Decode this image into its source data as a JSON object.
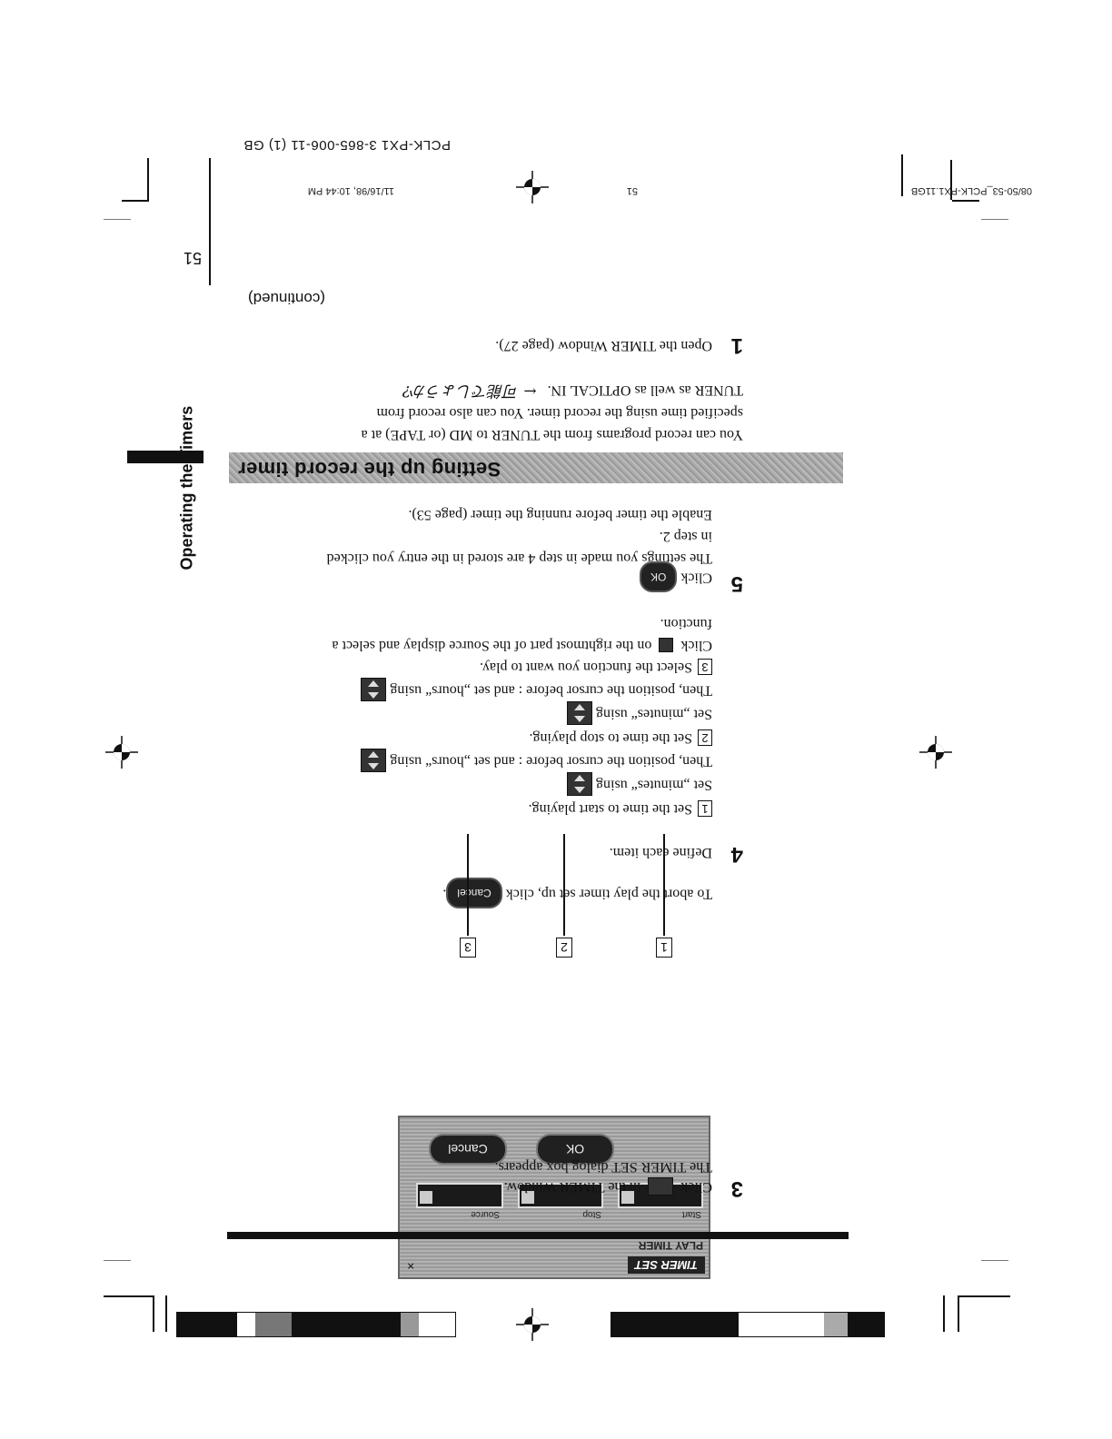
{
  "header": {
    "code_line": "PCLK-PX1  3-865-006-11 (1) GB",
    "file_info": "08/50-53_PCLK-PX1.11GB",
    "file_page": "51",
    "timestamp": "11/16/98, 10:44 PM"
  },
  "page_number": "51",
  "side_tab": "Operating the Timers",
  "step3": {
    "num": "3",
    "line1_pre": "Click",
    "line1_post": "in the TIMER Window.",
    "line2": "The TIMER SET dialog box appears."
  },
  "dialog": {
    "title": "TIMER SET",
    "close": "×",
    "subtitle": "PLAY TIMER",
    "label_start": "Start",
    "label_stop": "Stop",
    "label_source": "Source",
    "ok": "OK",
    "cancel": "Cancel",
    "callouts": [
      "1",
      "2",
      "3"
    ]
  },
  "abort_note": {
    "pre": "To abort the play timer set up, click",
    "btn": "Cancel",
    "post": "."
  },
  "step4": {
    "num": "4",
    "text": "Define each item.",
    "items": [
      {
        "num": "1",
        "title": "Set the time to start playing.",
        "minutes_pre": "Set „minutes“ using",
        "hours_pre": "Then, position the cursor before : and set „hours“ using"
      },
      {
        "num": "2",
        "title": "Set the time to stop playing.",
        "minutes_pre": "Set „minutes“ using",
        "hours_pre": "Then, position the cursor before : and set „hours“ using"
      },
      {
        "num": "3",
        "title": "Select the function you want to play.",
        "text_line1_pre": "Click",
        "text_line1_post": "on the rightmost part of the Source display and select a",
        "text_line2": "function."
      }
    ]
  },
  "step5": {
    "num": "5",
    "pre": "Click",
    "btn": "OK",
    "line2": "The settings you made in step 4 are stored in the entry you clicked",
    "line3": "in step 2.",
    "line4": "Enable the timer before running the timer (page 53)."
  },
  "section": {
    "title": "Setting up the record timer",
    "intro_line1": "You can record programs from the TUNER to MD (or TAPE) at a",
    "intro_line2": "specified time using the record timer.  You can also record from",
    "intro_line3": "TUNER as well as OPTICAL IN.",
    "handwritten_note": "← 可能でしょうか?"
  },
  "step1": {
    "num": "1",
    "text": "Open the TIMER Window (page 27)."
  },
  "continued": "(continued)"
}
